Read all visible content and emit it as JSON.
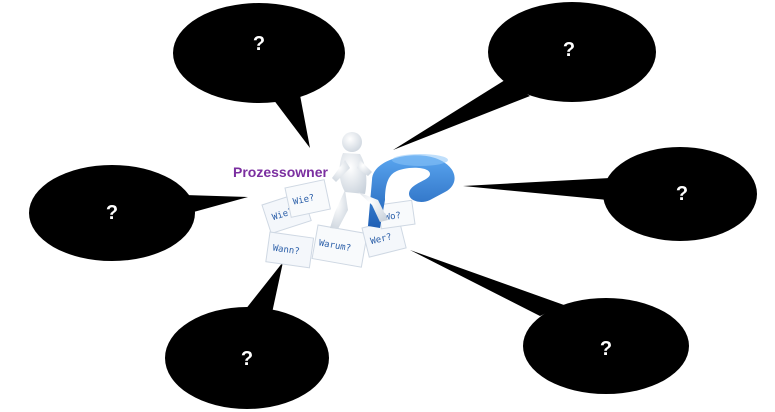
{
  "center": {
    "label": "Prozessowner",
    "label_color": "#7b2fa0",
    "image": "person-on-question-mark",
    "paper_words": [
      "Wie?",
      "Warum?",
      "Wann?",
      "Wo?",
      "Wer?"
    ]
  },
  "bubbles": [
    {
      "id": "top-left",
      "text": "?"
    },
    {
      "id": "top-right",
      "text": "?"
    },
    {
      "id": "left",
      "text": "?"
    },
    {
      "id": "right",
      "text": "?"
    },
    {
      "id": "bottom-left",
      "text": "?"
    },
    {
      "id": "bottom-right",
      "text": "?"
    }
  ],
  "colors": {
    "bubble": "#000000",
    "question_blue": "#2f7ed8",
    "figure": "#e8edf3"
  }
}
